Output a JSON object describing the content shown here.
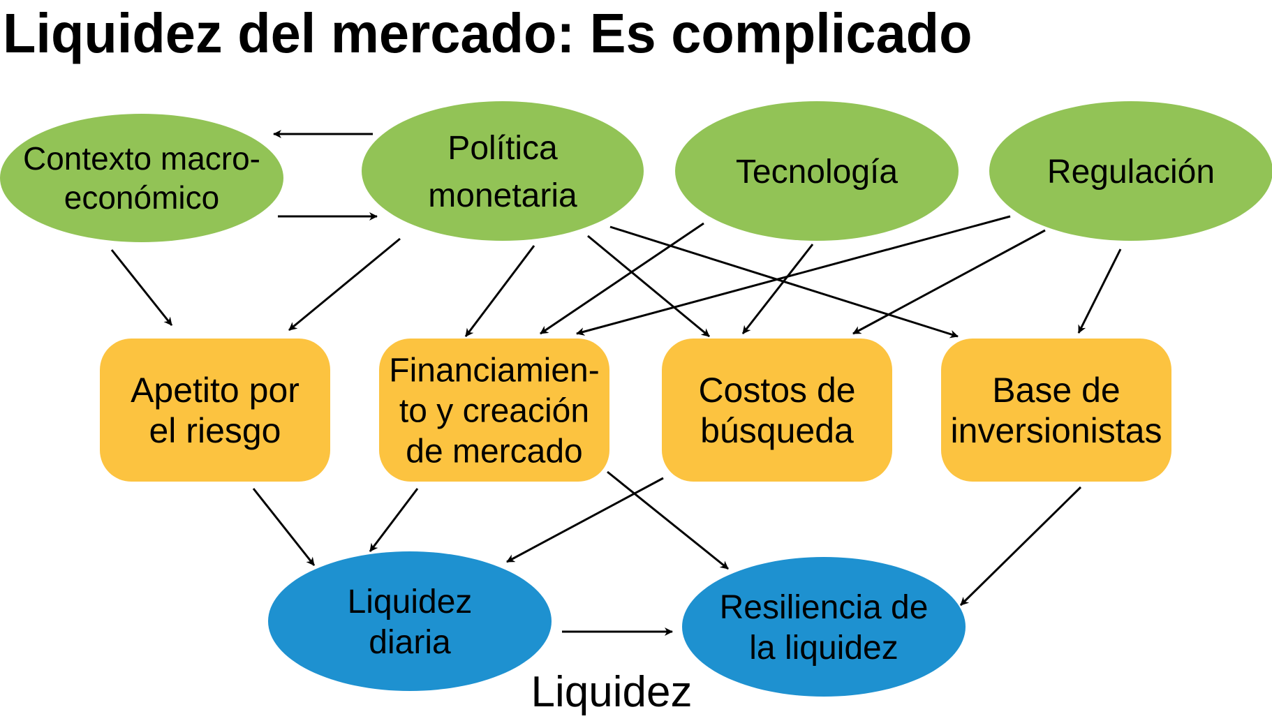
{
  "title": "Liquidez del mercado: Es complicado",
  "footer_label": "Liquidez",
  "colors": {
    "green": "#92c356",
    "orange": "#fcc340",
    "blue": "#1e91d0",
    "arrow": "#000000",
    "background": "#ffffff"
  },
  "nodes": [
    {
      "id": "macro",
      "group": "driver",
      "shape": "ellipse",
      "lines": [
        "Contexto macro-",
        "económico"
      ]
    },
    {
      "id": "monetaria",
      "group": "driver",
      "shape": "ellipse",
      "lines": [
        "Política",
        "monetaria"
      ]
    },
    {
      "id": "tecnologia",
      "group": "driver",
      "shape": "ellipse",
      "lines": [
        "Tecnología"
      ]
    },
    {
      "id": "regulacion",
      "group": "driver",
      "shape": "ellipse",
      "lines": [
        "Regulación"
      ]
    },
    {
      "id": "apetito",
      "group": "channel",
      "shape": "rounded-rect",
      "lines": [
        "Apetito por",
        "el riesgo"
      ]
    },
    {
      "id": "financiamiento",
      "group": "channel",
      "shape": "rounded-rect",
      "lines": [
        "Financiamien-",
        "to y creación",
        "de mercado"
      ]
    },
    {
      "id": "costos",
      "group": "channel",
      "shape": "rounded-rect",
      "lines": [
        "Costos de",
        "búsqueda"
      ]
    },
    {
      "id": "base",
      "group": "channel",
      "shape": "rounded-rect",
      "lines": [
        "Base de",
        "inversionistas"
      ]
    },
    {
      "id": "diaria",
      "group": "outcome",
      "shape": "ellipse",
      "lines": [
        "Liquidez",
        "diaria"
      ]
    },
    {
      "id": "resiliencia",
      "group": "outcome",
      "shape": "ellipse",
      "lines": [
        "Resiliencia de",
        "la liquidez"
      ]
    }
  ],
  "edges": [
    {
      "from": "monetaria",
      "to": "macro"
    },
    {
      "from": "macro",
      "to": "monetaria"
    },
    {
      "from": "macro",
      "to": "apetito"
    },
    {
      "from": "monetaria",
      "to": "apetito"
    },
    {
      "from": "monetaria",
      "to": "financiamiento"
    },
    {
      "from": "monetaria",
      "to": "costos"
    },
    {
      "from": "monetaria",
      "to": "base"
    },
    {
      "from": "tecnologia",
      "to": "financiamiento"
    },
    {
      "from": "tecnologia",
      "to": "costos"
    },
    {
      "from": "regulacion",
      "to": "financiamiento"
    },
    {
      "from": "regulacion",
      "to": "costos"
    },
    {
      "from": "regulacion",
      "to": "base"
    },
    {
      "from": "apetito",
      "to": "diaria"
    },
    {
      "from": "financiamiento",
      "to": "diaria"
    },
    {
      "from": "financiamiento",
      "to": "resiliencia"
    },
    {
      "from": "costos",
      "to": "diaria"
    },
    {
      "from": "base",
      "to": "resiliencia"
    },
    {
      "from": "diaria",
      "to": "resiliencia"
    }
  ]
}
